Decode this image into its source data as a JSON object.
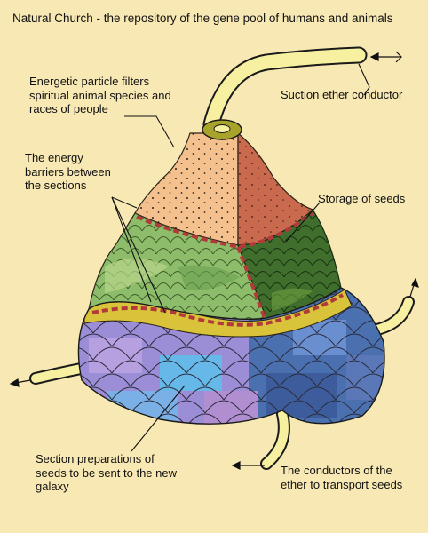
{
  "title": "Natural Church - the repository of the gene pool of humans and animals",
  "labels": {
    "particle_filter": "Energetic particle filters spiritual animal species and races of people",
    "suction_conductor": "Suction ether conductor",
    "energy_barriers": "The energy barriers between the sections",
    "storage": "Storage of seeds",
    "section_preparations": "Section preparations of seeds to be sent to the new galaxy",
    "conductors": "The conductors of the ether to transport seeds"
  },
  "colors": {
    "background": "#f8e9b4",
    "top_left": "#f4c08e",
    "top_right": "#c96a4f",
    "middle_left": "#8dbd6a",
    "middle_right": "#3f6e2d",
    "barrier_band": "#d9c33a",
    "barrier_dash": "#b33a3a",
    "bottom_left": "#9b8ed6",
    "bottom_right": "#4a70b0",
    "tube": "#f6f0a0",
    "tube_cap": "#a8a32a"
  }
}
